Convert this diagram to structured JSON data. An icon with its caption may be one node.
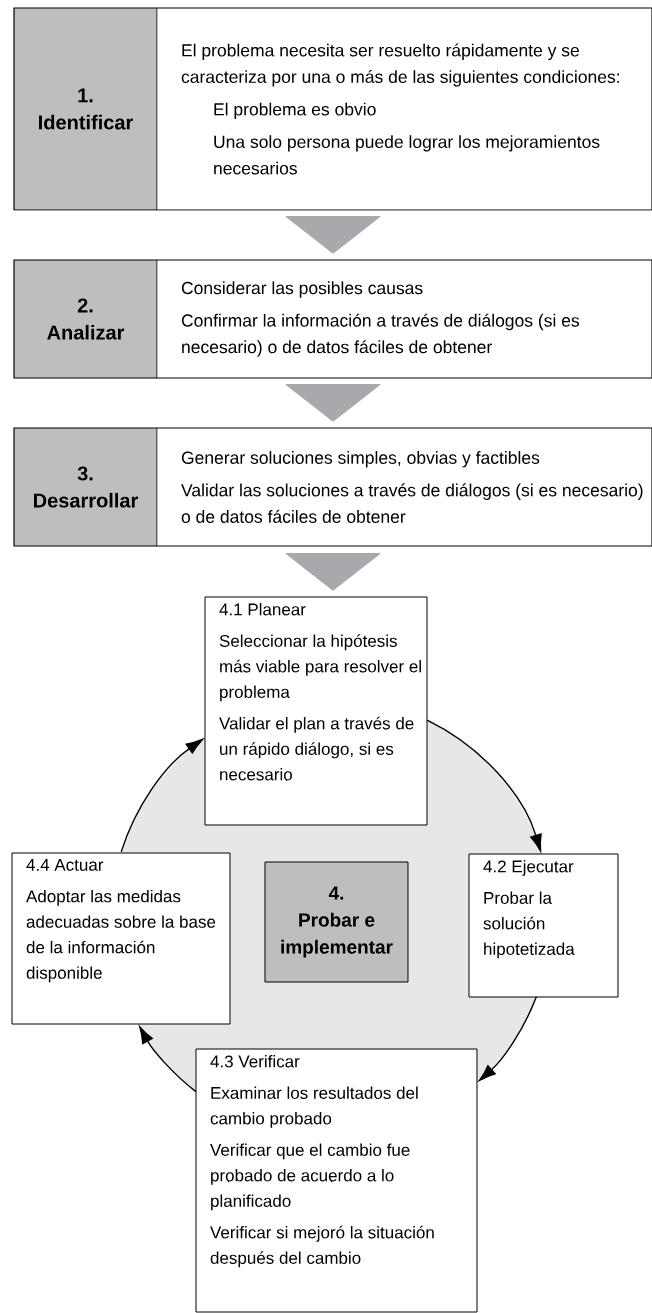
{
  "diagram": {
    "nodes": [
      {
        "text": [
          "1.",
          "Identificar",
          "El problema necesita ser resuelto rápidamente y se caracteriza por una o más de las siguientes condiciones:",
          "El problema es obvio",
          "Una solo persona puede lograr los mejoramientos necesarios"
        ]
      },
      {
        "text": [
          "2.",
          "Analizar",
          "Considerar las posibles causas",
          "Confirmar la información a través de diálogos (si es necesario) o de datos fáciles de obtener"
        ]
      },
      {
        "text": [
          "3.",
          "Desarrollar",
          "Generar soluciones simples, obvias y factibles",
          "Validar las soluciones a través de diálogos (si es necesario) o de datos fáciles de obtener"
        ]
      },
      {
        "text": [
          "4.",
          "Probar e implementar"
        ]
      },
      {
        "text": [
          "4.1 Planear",
          "Seleccionar la hipótesis más viable para resolver el problema",
          "Validar el plan a través de un rápido diálogo, si es necesario"
        ]
      },
      {
        "text": [
          "4.2 Ejecutar",
          "Probar la solución hipotetizada"
        ]
      },
      {
        "text": [
          "4.3 Verificar",
          "Examinar los resultados del cambio probado",
          "Verificar que el cambio fue probado de acuerdo a lo planificado",
          "Verificar si mejoró la situación después del cambio"
        ]
      },
      {
        "text": [
          "4.4 Actuar",
          "Adoptar las medidas adecuadas sobre la base de la información disponible"
        ]
      }
    ],
    "edges": [
      {
        "from": 0,
        "to": 1,
        "arrow": "to",
        "style": "thick",
        "color": "#a7a9ac"
      },
      {
        "from": 1,
        "to": 2,
        "arrow": "to",
        "style": "thick",
        "color": "#a7a9ac"
      },
      {
        "from": 2,
        "to": 4,
        "arrow": "to",
        "style": "thick",
        "color": "#a7a9ac"
      },
      {
        "from": 4,
        "to": 5,
        "arrow": "to"
      },
      {
        "from": 5,
        "to": 6,
        "arrow": "to"
      },
      {
        "from": 6,
        "to": 7,
        "arrow": "to"
      },
      {
        "from": 7,
        "to": 4,
        "arrow": "to"
      }
    ]
  }
}
